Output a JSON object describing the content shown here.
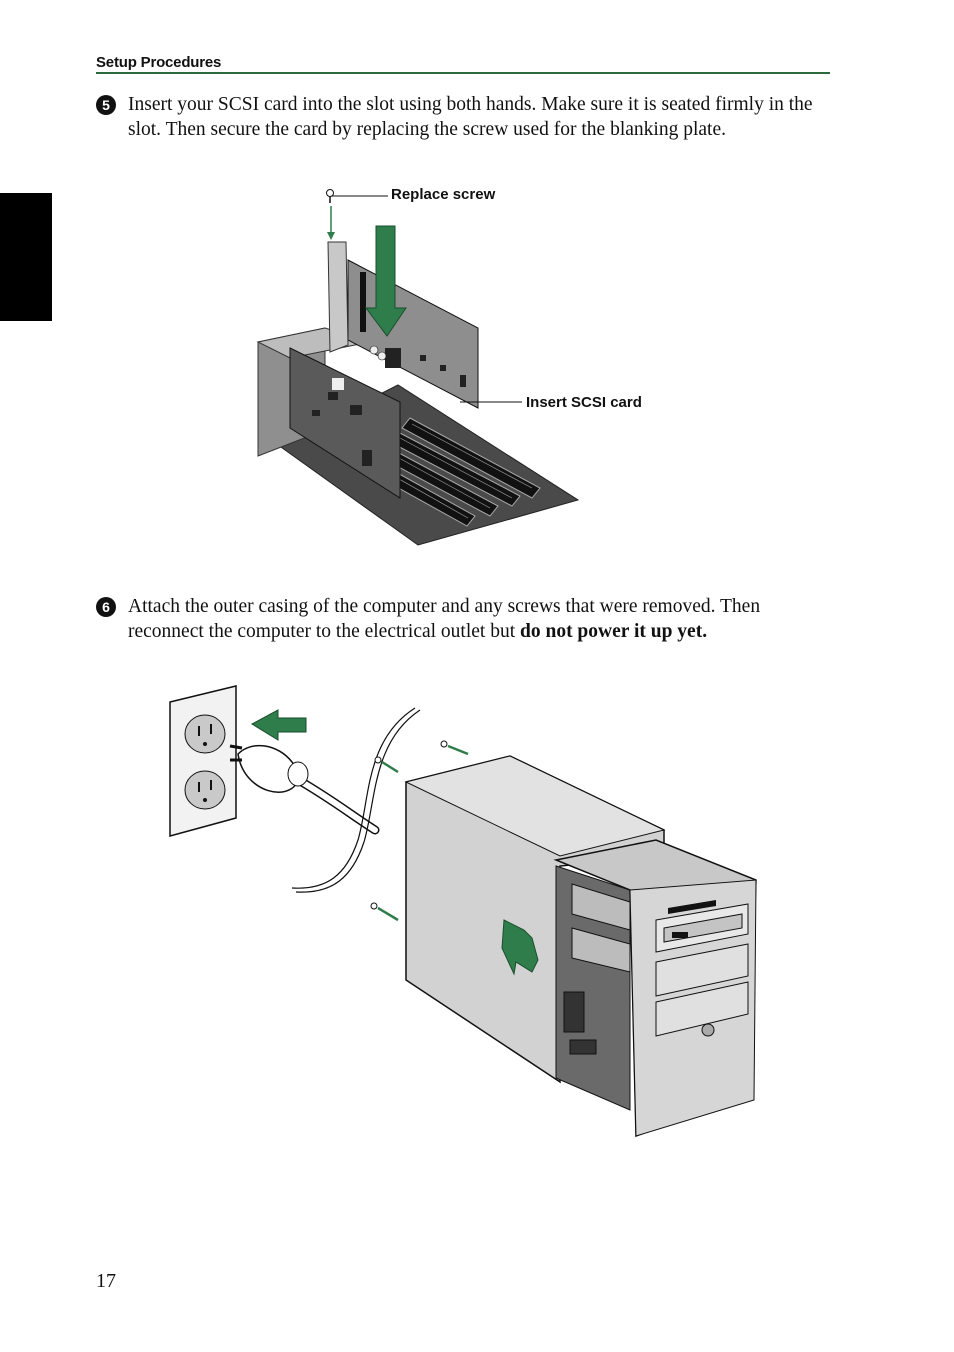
{
  "header": {
    "section_title": "Setup Procedures"
  },
  "steps": [
    {
      "number": "5",
      "text": "Insert your SCSI card into the slot using both hands.  Make sure it is seated firmly in the slot.  Then secure the card by replacing the screw used for the blanking plate."
    },
    {
      "number": "6",
      "text_plain": "Attach the outer casing of the computer and any screws that were removed.  Then reconnect the computer to the electrical outlet but ",
      "text_bold": "do not power it up yet."
    }
  ],
  "figure1": {
    "callouts": {
      "replace_screw": "Replace screw",
      "insert_card": "Insert SCSI card"
    }
  },
  "colors": {
    "accent_green": "#2f7d4a",
    "header_rule": "#2a6a3e",
    "gray_metal": "#9a9a9a",
    "board_dark": "#4a4a4a",
    "case_light": "#d2d2d2"
  },
  "footer": {
    "page_number": "17"
  }
}
